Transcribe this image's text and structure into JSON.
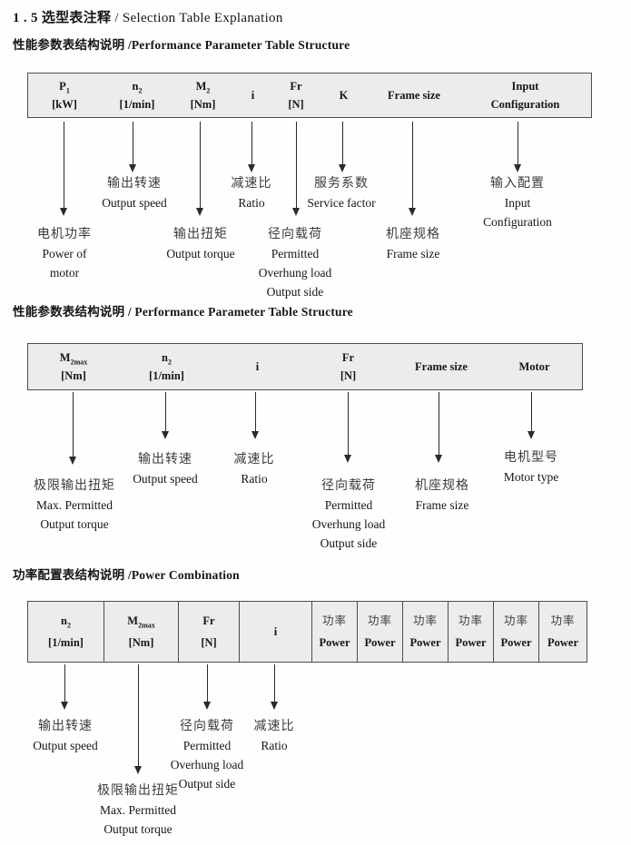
{
  "colors": {
    "table_bg": "#ececec",
    "table_border": "#4c4c4c",
    "text": "#161616",
    "chinese_text": "#3c3c3c"
  },
  "document": {
    "title": {
      "number": "1 . 5",
      "zh": "选型表注释",
      "separator": " / ",
      "en": "Selection Table Explanation"
    }
  },
  "sections": [
    {
      "heading": {
        "zh": "性能参数表结构说明",
        "separator": " /",
        "en": "Performance Parameter Table Structure"
      },
      "table": {
        "columns": [
          {
            "line1_base": "P",
            "line1_sub": "1",
            "line2": "[kW]"
          },
          {
            "line1_base": "n",
            "line1_sub": "2",
            "line2": "[1/min]"
          },
          {
            "line1_base": "M",
            "line1_sub": "2",
            "line2": "[Nm]"
          },
          {
            "line1_base": "i"
          },
          {
            "line1_base": "Fr",
            "line2": "[N]"
          },
          {
            "line1_base": "K"
          },
          {
            "line1_base": "Frame size"
          },
          {
            "line1_base": "Input",
            "line2": "Configuration"
          }
        ]
      },
      "annotations": [
        {
          "lines": [
            "电机功率",
            "Power of",
            "motor"
          ]
        },
        {
          "lines": [
            "输出转速",
            "Output speed"
          ]
        },
        {
          "lines": [
            "输出扭矩",
            "Output torque"
          ]
        },
        {
          "lines": [
            "减速比",
            "Ratio"
          ]
        },
        {
          "lines": [
            "径向载荷",
            "Permitted",
            "Overhung load",
            "Output side"
          ]
        },
        {
          "lines": [
            "服务系数",
            "Service factor"
          ]
        },
        {
          "lines": [
            "机座规格",
            "Frame size"
          ]
        },
        {
          "lines": [
            "输入配置",
            "Input",
            "Configuration"
          ]
        }
      ]
    },
    {
      "heading": {
        "zh": "性能参数表结构说明",
        "separator": " / ",
        "en": "Performance Parameter Table Structure"
      },
      "table": {
        "columns": [
          {
            "line1_base": "M",
            "line1_sub": "2max",
            "line2": "[Nm]"
          },
          {
            "line1_base": "n",
            "line1_sub": "2",
            "line2": "[1/min]"
          },
          {
            "line1_base": "i"
          },
          {
            "line1_base": "Fr",
            "line2": "[N]"
          },
          {
            "line1_base": "Frame size"
          },
          {
            "line1_base": "Motor"
          }
        ]
      },
      "annotations": [
        {
          "lines": [
            "极限输出扭矩",
            "Max. Permitted",
            "Output torque"
          ]
        },
        {
          "lines": [
            "输出转速",
            "Output speed"
          ]
        },
        {
          "lines": [
            "减速比",
            "Ratio"
          ]
        },
        {
          "lines": [
            "径向载荷",
            "Permitted",
            "Overhung load",
            "Output side"
          ]
        },
        {
          "lines": [
            "机座规格",
            "Frame size"
          ]
        },
        {
          "lines": [
            "电机型号",
            "Motor type"
          ]
        }
      ]
    },
    {
      "heading": {
        "zh": "功率配置表结构说明",
        "separator": " /",
        "en": "Power Combination"
      },
      "table": {
        "columns": [
          {
            "line1_base": "n",
            "line1_sub": "2",
            "line2": "[1/min]"
          },
          {
            "line1_base": "M",
            "line1_sub": "2max",
            "line2": "[Nm]"
          },
          {
            "line1_base": "Fr",
            "line2": "[N]"
          },
          {
            "line1_base": "i"
          },
          {
            "line1_zh": "功率",
            "line2": "Power"
          },
          {
            "line1_zh": "功率",
            "line2": "Power"
          },
          {
            "line1_zh": "功率",
            "line2": "Power"
          },
          {
            "line1_zh": "功率",
            "line2": "Power"
          },
          {
            "line1_zh": "功率",
            "line2": "Power"
          },
          {
            "line1_zh": "功率",
            "line2": "Power"
          }
        ]
      },
      "annotations": [
        {
          "lines": [
            "输出转速",
            "Output speed"
          ]
        },
        {
          "lines": [
            "极限输出扭矩",
            "Max. Permitted",
            "Output torque"
          ]
        },
        {
          "lines": [
            "径向载荷",
            "Permitted",
            "Overhung load",
            "Output side"
          ]
        },
        {
          "lines": [
            "减速比",
            "Ratio"
          ]
        }
      ]
    }
  ]
}
